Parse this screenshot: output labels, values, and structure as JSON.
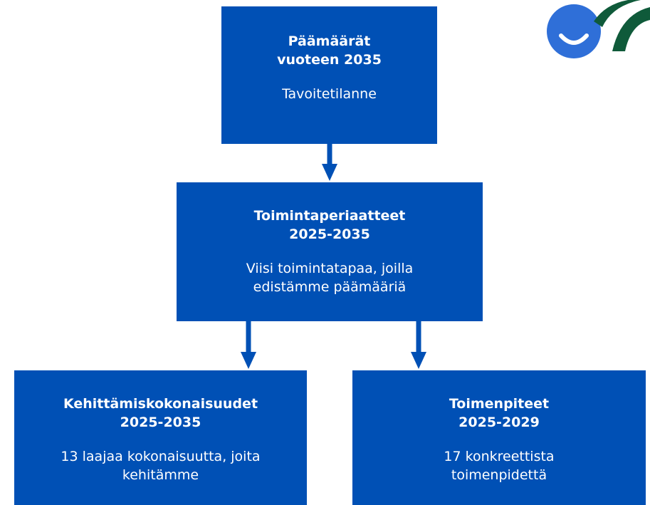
{
  "colors": {
    "box_fill": "#0050b5",
    "arrow": "#0050b5",
    "text": "#ffffff",
    "logo_blue": "#2f6fd8",
    "logo_green": "#0f5a3a"
  },
  "goals": {
    "title_line1": "Päämäärät",
    "title_line2": "vuoteen 2035",
    "desc_line1": "Tavoitetilanne"
  },
  "principles": {
    "title_line1": "Toimintaperiaatteet",
    "title_line2": "2025-2035",
    "desc_line1": "Viisi toimintatapaa, joilla",
    "desc_line2": "edistämme päämääriä"
  },
  "development": {
    "title_line1": "Kehittämiskokonaisuudet",
    "title_line2": "2025-2035",
    "desc_line1": "13 laajaa kokonaisuutta, joita",
    "desc_line2": "kehitämme"
  },
  "actions": {
    "title_line1": "Toimenpiteet",
    "title_line2": "2025-2029",
    "desc_line1": "17 konkreettista",
    "desc_line2": "toimenpidettä"
  },
  "logo_icon": "smiling-circle-leaf-logo"
}
